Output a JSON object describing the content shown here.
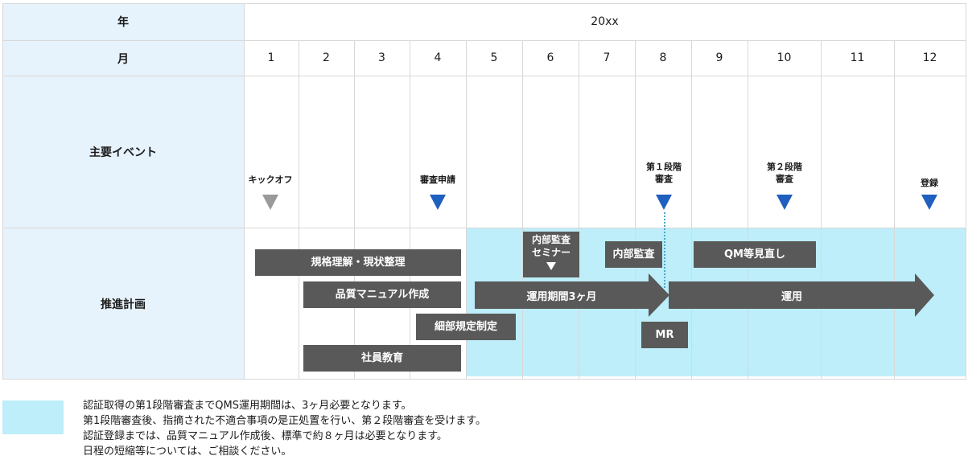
{
  "header": {
    "year_label": "年",
    "year_value": "20xx",
    "month_label": "月",
    "months": [
      "1",
      "2",
      "3",
      "4",
      "5",
      "6",
      "7",
      "8",
      "9",
      "10",
      "11",
      "12"
    ]
  },
  "rows": {
    "events_label": "主要イベント",
    "plan_label": "推進計画"
  },
  "events": {
    "kickoff": "キックオフ",
    "application": "審査申請",
    "stage1": "第１段階\n審査",
    "stage2": "第２段階\n審査",
    "registration": "登録"
  },
  "plan": {
    "bar_rules": "規格理解・現状整理",
    "bar_manual": "品質マニュアル作成",
    "bar_detail": "細部規定制定",
    "bar_training": "社員教育",
    "bar_seminar": "内部監査\nセミナー",
    "bar_operation3": "運用期間3ヶ月",
    "bar_internal_audit": "内部監査",
    "bar_mr": "MR",
    "bar_qm_review": "QM等見直し",
    "bar_operation": "運用"
  },
  "notes": {
    "line1": "認証取得の第1段階審査までQMS運用期間は、3ヶ月必要となります。",
    "line2": "第1段階審査後、指摘された不適合事項の是正処置を行い、第２段階審査を受けます。",
    "line3": "認証登録までは、品質マニュアル作成後、標準で約８ヶ月は必要となります。",
    "line4": "日程の短縮等については、ご相談ください。"
  },
  "colors": {
    "header_bg": "#e6f2fc",
    "operation_period_bg": "#bdeefa",
    "bar": "#595959",
    "marker_blue": "#1f5fbf",
    "marker_gray": "#9a9a9a",
    "dotted_line": "#4aa8c8"
  }
}
